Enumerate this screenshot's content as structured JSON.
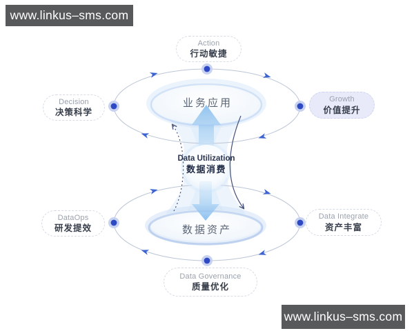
{
  "watermark": {
    "text": "www.linkus–sms.com"
  },
  "colors": {
    "bar-bg": "#58595b",
    "bar-text": "#ffffff",
    "ellipse-stroke": "#bcc5d6",
    "node-core": "#2d49c4",
    "node-halo": "#c7d1f0",
    "chevron-blue": "#3c63d2",
    "flow-arrow-blue": "#7fb9ec",
    "curve-dark": "#45507a",
    "pill-border": "#d6dae3",
    "pill-en": "#9aa1ad",
    "pill-zh": "#373e4a",
    "growth-fill": "#e8eaf9",
    "oval-label": "#5b6576",
    "center-en": "#2b3550",
    "center-zh": "#202b46"
  },
  "diagram": {
    "top_oval": {
      "label": "业务应用"
    },
    "bottom_oval": {
      "label": "数据资产"
    },
    "center_bubble": {
      "en": "Data Utilization",
      "zh": "数据消费"
    },
    "pills": [
      {
        "id": "action",
        "en": "Action",
        "zh": "行动敏捷"
      },
      {
        "id": "decision",
        "en": "Decision",
        "zh": "决策科学"
      },
      {
        "id": "growth",
        "en": "Growth",
        "zh": "价值提升"
      },
      {
        "id": "dataops",
        "en": "DataOps",
        "zh": "研发提效"
      },
      {
        "id": "data-integrate",
        "en": "Data Integrate",
        "zh": "资产丰富"
      },
      {
        "id": "data-governance",
        "en": "Data Governance",
        "zh": "质量优化"
      }
    ]
  }
}
